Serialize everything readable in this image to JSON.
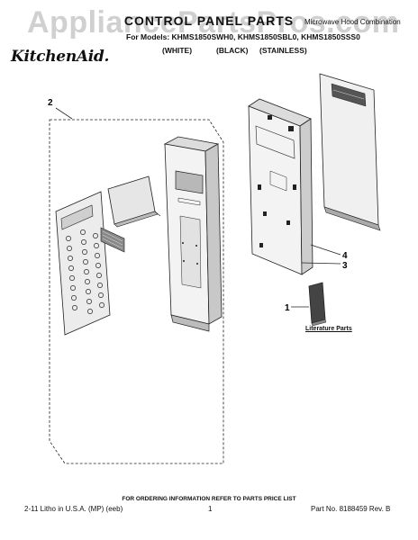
{
  "watermark": "AppliancePartsPros.com",
  "title": "CONTROL PANEL PARTS",
  "header_right": "Microwave Hood Combination",
  "logo": "KitchenAid.",
  "models_line": "For Models: KHMS1850SWH0, KHMS1850SBL0, KHMS1850SSS0",
  "colors": [
    "(WHITE)",
    "(BLACK)",
    "(STAINLESS)"
  ],
  "callouts": {
    "c1": "1",
    "c2": "2",
    "c3": "3",
    "c4": "4"
  },
  "literature_label": "Literature Parts",
  "footer_info": "FOR ORDERING INFORMATION REFER TO PARTS PRICE LIST",
  "footer": {
    "left": "2-11 Litho in U.S.A. (MP) (eeb)",
    "page": "1",
    "right": "Part No. 8188459 Rev. B"
  }
}
